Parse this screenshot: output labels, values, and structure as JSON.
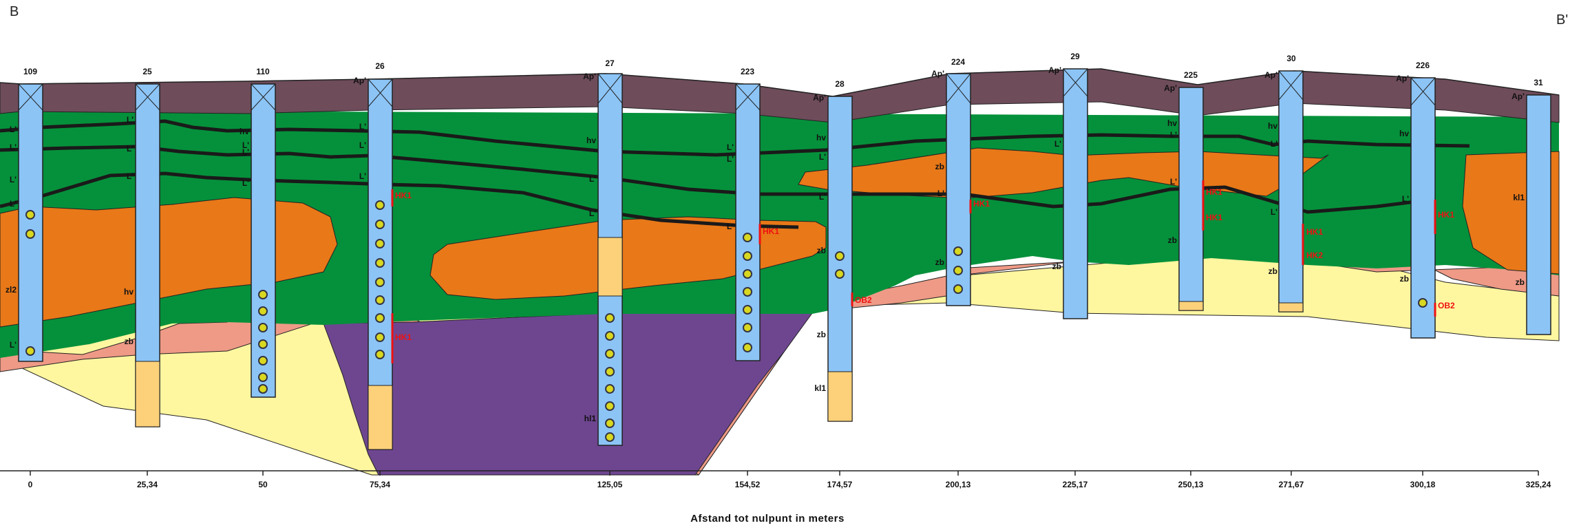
{
  "corner_left": "B",
  "corner_right": "B'",
  "axis_title": "Afstand tot nulpunt in meters",
  "colors": {
    "topsoil": "#6e4c5a",
    "green": "#05913b",
    "orange": "#e87818",
    "pink": "#ee9a86",
    "yellow": "#fff6a0",
    "purple": "#6e4690",
    "column": "#8cc4f6",
    "column_sand": "#fcd17a",
    "marker": "#d8d820"
  },
  "boreholes": [
    {
      "id": "109",
      "x_m": "0",
      "labels": [
        "L'",
        "L'",
        "L'",
        "L'",
        "zl2",
        "L'"
      ],
      "tags": []
    },
    {
      "id": "25",
      "x_m": "25,34",
      "labels": [
        "L'",
        "L'",
        "L'",
        "hv",
        "zb"
      ],
      "tags": []
    },
    {
      "id": "110",
      "x_m": "50",
      "labels": [
        "hv",
        "L'",
        "L'",
        "L'"
      ],
      "tags": []
    },
    {
      "id": "26",
      "x_m": "75,34",
      "labels": [
        "Ap'",
        "L'",
        "L'",
        "L'"
      ],
      "tags": [
        "HK1",
        "HK1"
      ]
    },
    {
      "id": "27",
      "x_m": "125,05",
      "labels": [
        "Ap'",
        "hv",
        "L'",
        "L'",
        "hl1"
      ],
      "tags": []
    },
    {
      "id": "223",
      "x_m": "154,52",
      "labels": [
        "L'",
        "L'",
        "L'"
      ],
      "tags": [
        "HK1"
      ]
    },
    {
      "id": "28",
      "x_m": "174,57",
      "labels": [
        "Ap'",
        "hv",
        "L'",
        "L'",
        "zb",
        "zb",
        "kl1"
      ],
      "tags": [
        "OB2"
      ]
    },
    {
      "id": "224",
      "x_m": "200,13",
      "labels": [
        "Ap'",
        "zb",
        "L'",
        "zb"
      ],
      "tags": [
        "HK1"
      ]
    },
    {
      "id": "29",
      "x_m": "225,17",
      "labels": [
        "Ap'",
        "L'",
        "zb"
      ],
      "tags": []
    },
    {
      "id": "225",
      "x_m": "250,13",
      "labels": [
        "Ap'",
        "hv",
        "L'",
        "L'",
        "zb"
      ],
      "tags": [
        "HK1",
        "HK1"
      ]
    },
    {
      "id": "30",
      "x_m": "271,67",
      "labels": [
        "Ap'",
        "hv",
        "L'",
        "L'",
        "zb"
      ],
      "tags": [
        "HK1",
        "HK2"
      ]
    },
    {
      "id": "226",
      "x_m": "300,18",
      "labels": [
        "Ap'",
        "hv",
        "L'",
        "zb"
      ],
      "tags": [
        "HK1",
        "OB2"
      ]
    },
    {
      "id": "31",
      "x_m": "325,24",
      "labels": [
        "Ap'",
        "kl1",
        "zb"
      ],
      "tags": []
    }
  ]
}
